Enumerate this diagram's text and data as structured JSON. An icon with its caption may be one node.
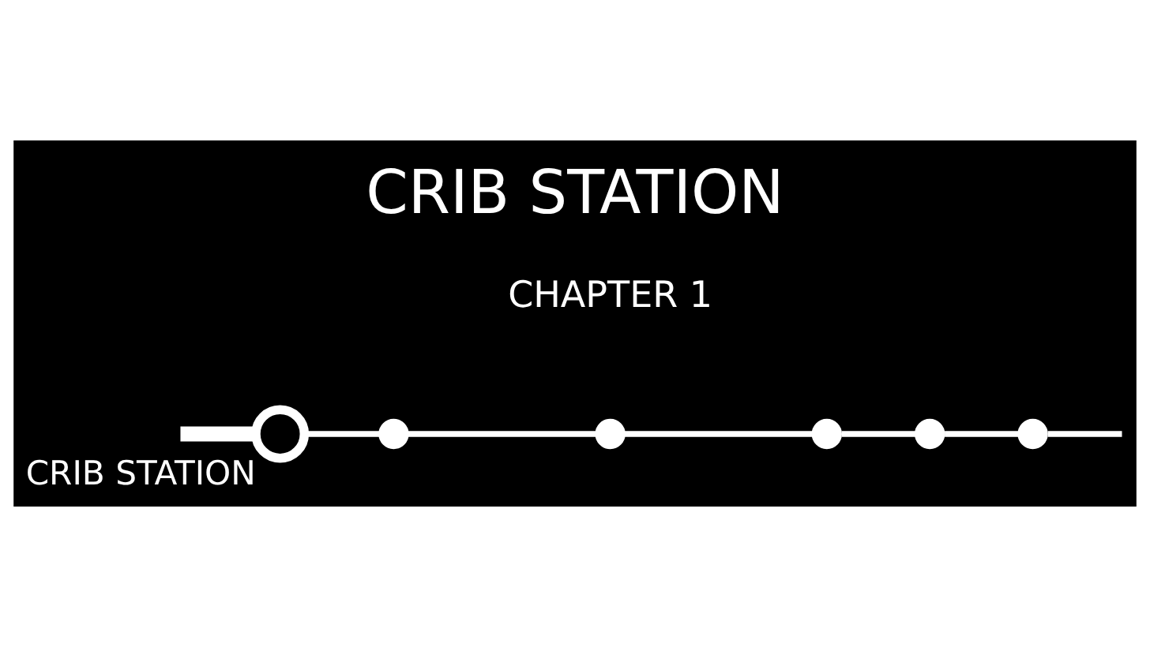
{
  "diagram": {
    "title": "CRIB STATION",
    "nodes": [
      {
        "text": [],
        "shape": "circle",
        "beside": [
          "CRIB STATION"
        ]
      },
      {
        "text": [],
        "shape": "circle"
      },
      {
        "text": [],
        "shape": "circle"
      },
      {
        "text": [],
        "shape": "circle"
      },
      {
        "text": [],
        "shape": "circle"
      },
      {
        "text": [],
        "shape": "circle"
      }
    ],
    "edges": [
      {
        "from": null,
        "to": 0,
        "arrow": "none",
        "style": "thick"
      },
      {
        "from": 0,
        "to": 1,
        "arrow": "none"
      },
      {
        "from": 1,
        "to": 2,
        "arrow": "none"
      },
      {
        "from": 2,
        "to": 3,
        "arrow": "none"
      },
      {
        "from": 3,
        "to": 4,
        "arrow": "none"
      },
      {
        "from": 4,
        "to": 5,
        "arrow": "none"
      },
      {
        "from": 5,
        "to": null,
        "arrow": "none"
      }
    ],
    "labels": [
      "CHAPTER 1"
    ]
  }
}
